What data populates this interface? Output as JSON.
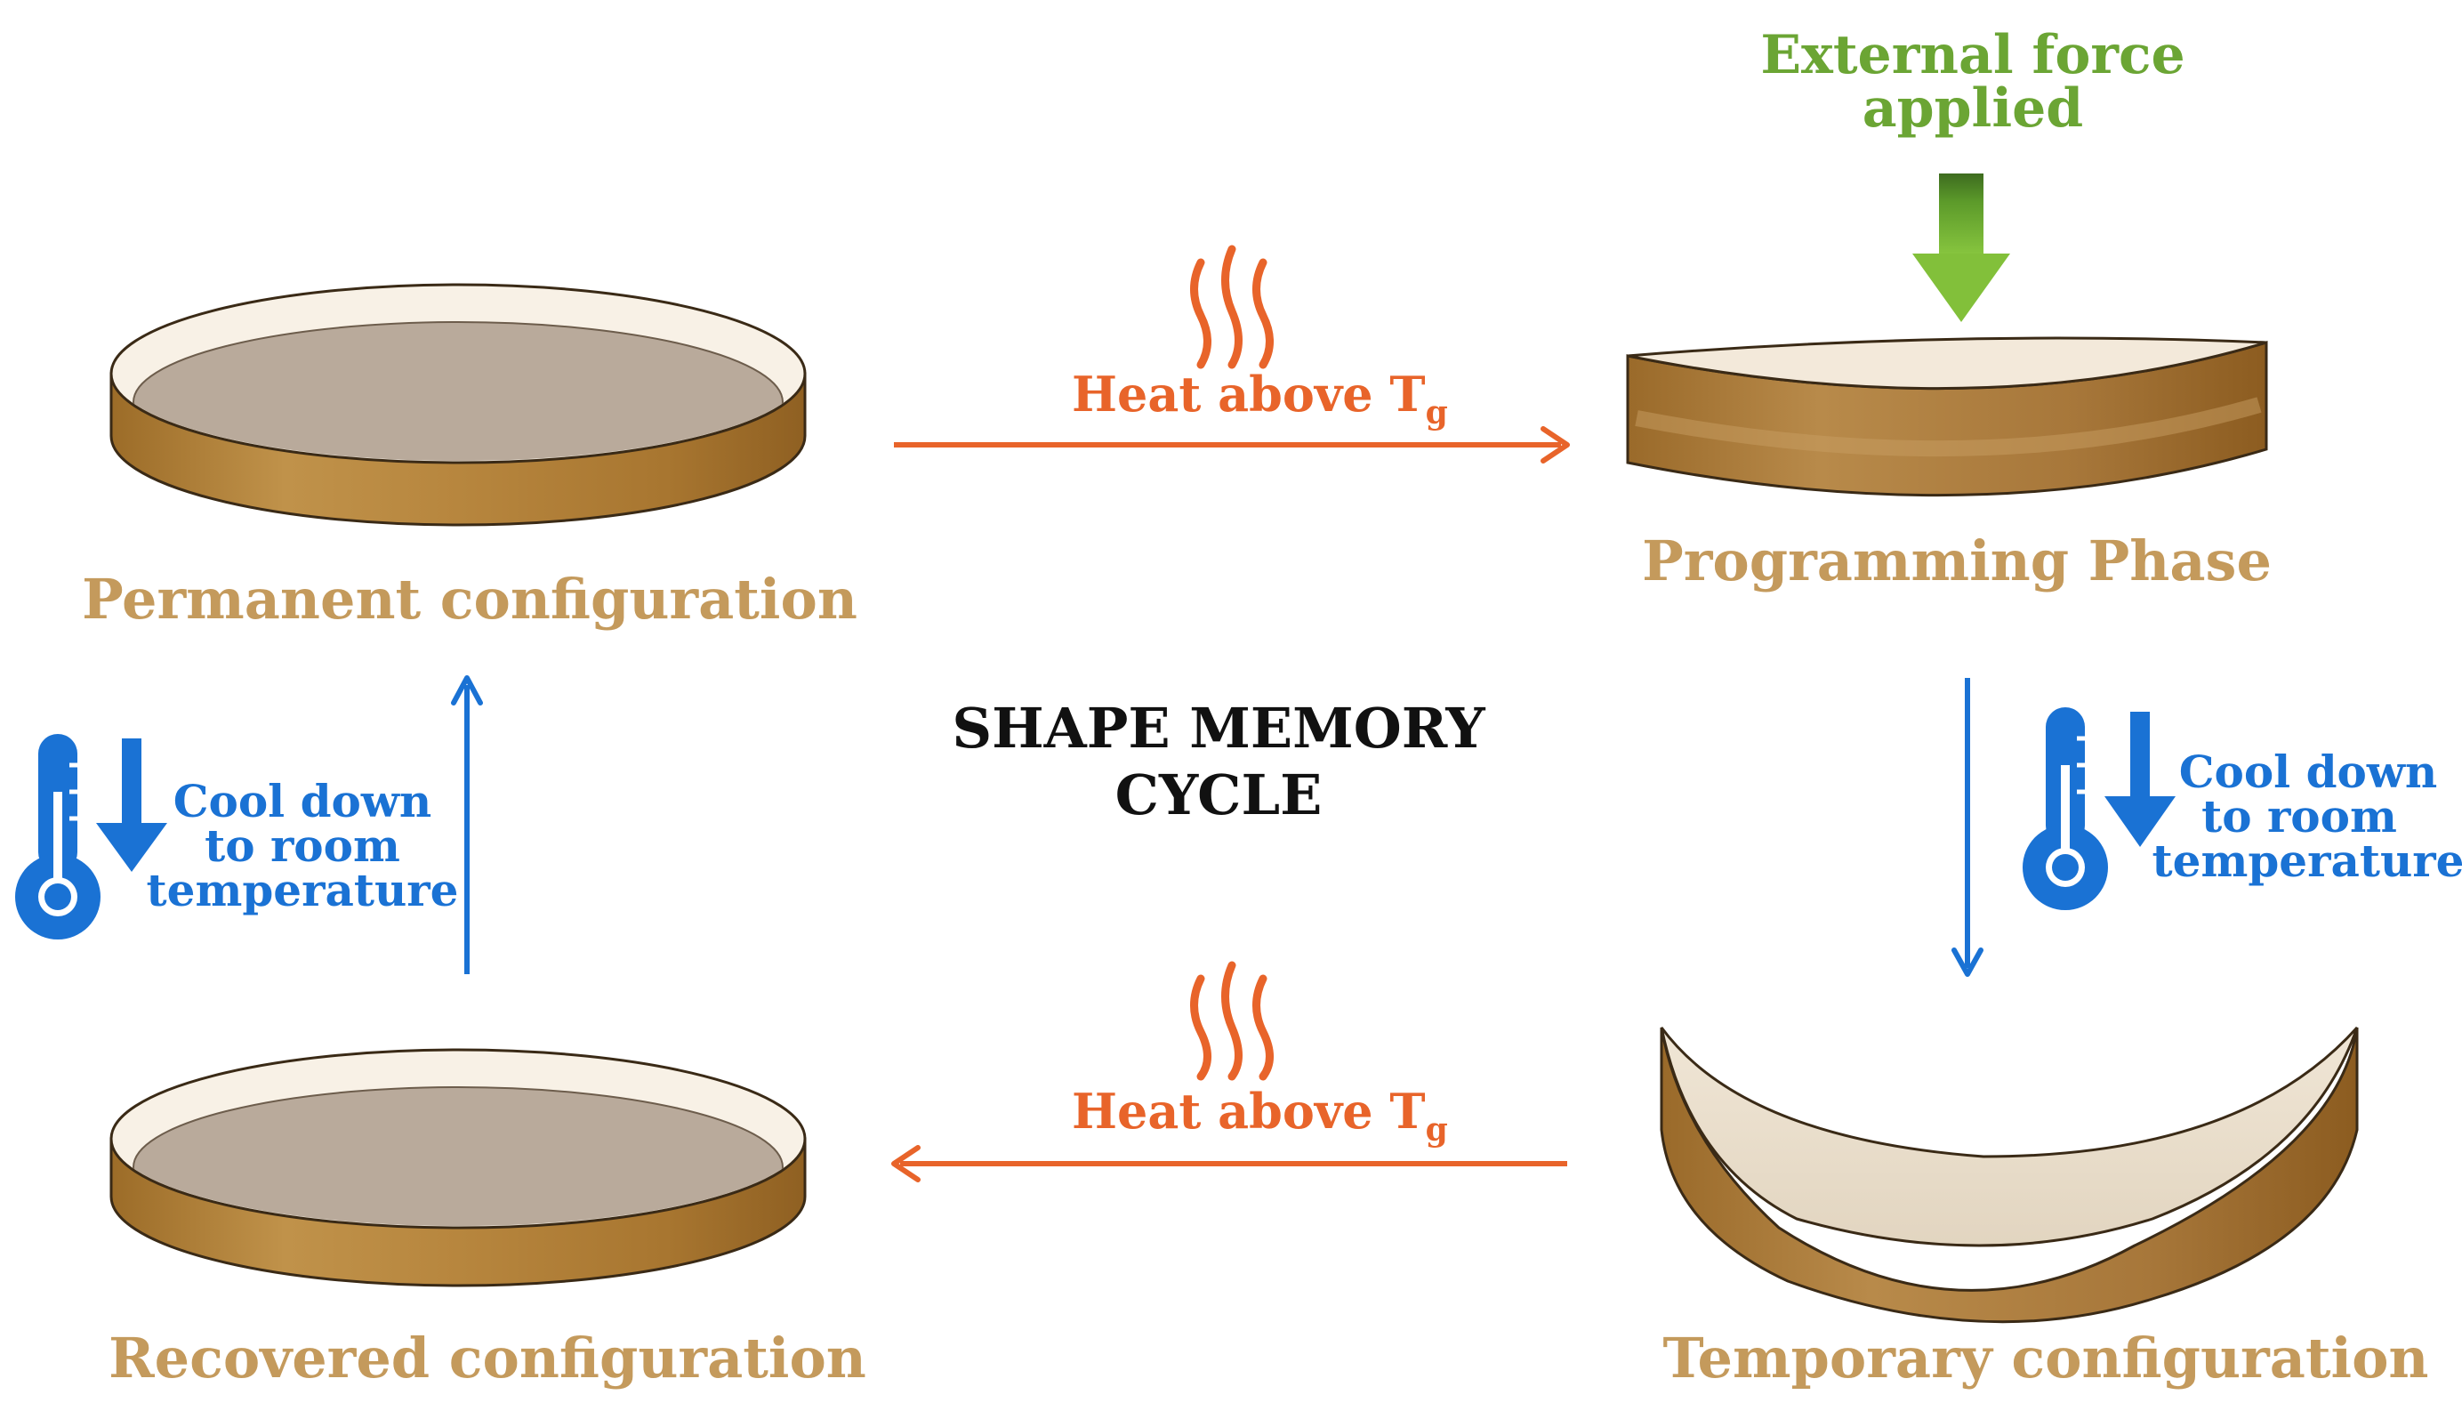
{
  "diagram": {
    "center_title": {
      "line1": "SHAPE MEMORY",
      "line2": "CYCLE"
    },
    "permanent": {
      "label": "Permanent configuration"
    },
    "programming": {
      "label": "Programming Phase"
    },
    "temporary": {
      "label": "Temporary configuration"
    },
    "recovered": {
      "label": "Recovered configuration"
    },
    "external_force": {
      "line1": "External force",
      "line2": "applied"
    },
    "heat_top": {
      "text": "Heat above T",
      "subscript": "g"
    },
    "heat_bottom": {
      "text": "Heat above T",
      "subscript": "g"
    },
    "cool_left": {
      "line1": "Cool down",
      "line2": "to room",
      "line3": "temperature"
    },
    "cool_right": {
      "line1": "Cool down",
      "line2": "to room",
      "line3": "temperature"
    }
  },
  "colors": {
    "disk_gold": "#b5843a",
    "disk_inner": "#b9aa9b",
    "disk_rim": "#f8f1e6",
    "label_gold": "#c49a5c",
    "heat_orange": "#e8642a",
    "cool_blue": "#1a72d4",
    "force_green": "#6ba534"
  },
  "icons": {
    "heat": "heat-waves-icon",
    "thermometer": "thermometer-icon",
    "down_arrow": "down-arrow-icon",
    "force_arrow": "force-arrow-icon"
  }
}
